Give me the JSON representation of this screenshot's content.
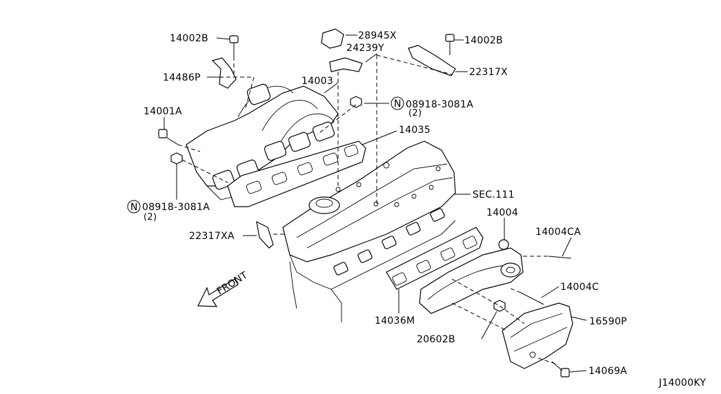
{
  "labels": {
    "p14002B_left": "14002B",
    "p28945X": "28945X",
    "p24239Y": "24239Y",
    "p14002B_right": "14002B",
    "p22317X": "22317X",
    "p14486P": "14486P",
    "p14003": "14003",
    "p08918_top": "08918-3081A",
    "p08918_top_qty": "(2)",
    "p14001A": "14001A",
    "p14035": "14035",
    "p08918_left": "08918-3081A",
    "p08918_left_qty": "(2)",
    "sec111": "SEC.111",
    "p14004": "14004",
    "p14004CA": "14004CA",
    "p22317XA": "22317XA",
    "p14004C": "14004C",
    "p16590P": "16590P",
    "p14036M": "14036M",
    "p20602B": "20602B",
    "p14069A": "14069A",
    "front": "FRONT",
    "nut_symbol": "N",
    "diagram_id": "J14000KY"
  }
}
